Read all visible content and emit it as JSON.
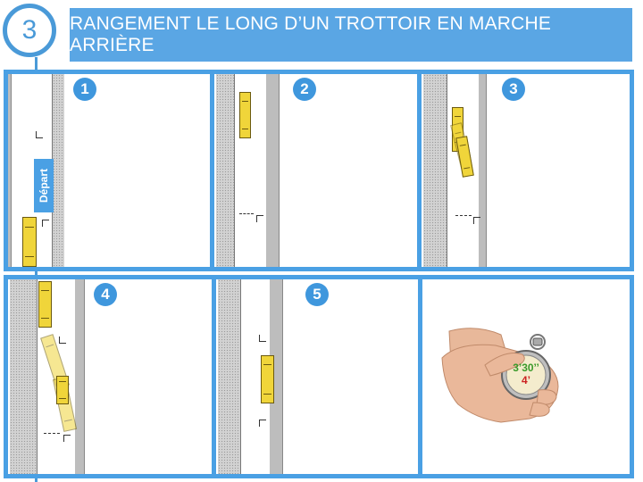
{
  "header": {
    "step_number": "3",
    "title": "RANGEMENT LE LONG D’UN TROTTOIR EN MARCHE ARRIÈRE"
  },
  "panels": [
    {
      "number": "1",
      "label": "Départ"
    },
    {
      "number": "2"
    },
    {
      "number": "3"
    },
    {
      "number": "4"
    },
    {
      "number": "5"
    }
  ],
  "stopwatch": {
    "time_primary": "3’30’’",
    "time_secondary": "4’",
    "color_primary": "#3a9a2a",
    "color_secondary": "#cc2222"
  },
  "colors": {
    "accent": "#4aa0e4",
    "car": "#f0d53a"
  }
}
